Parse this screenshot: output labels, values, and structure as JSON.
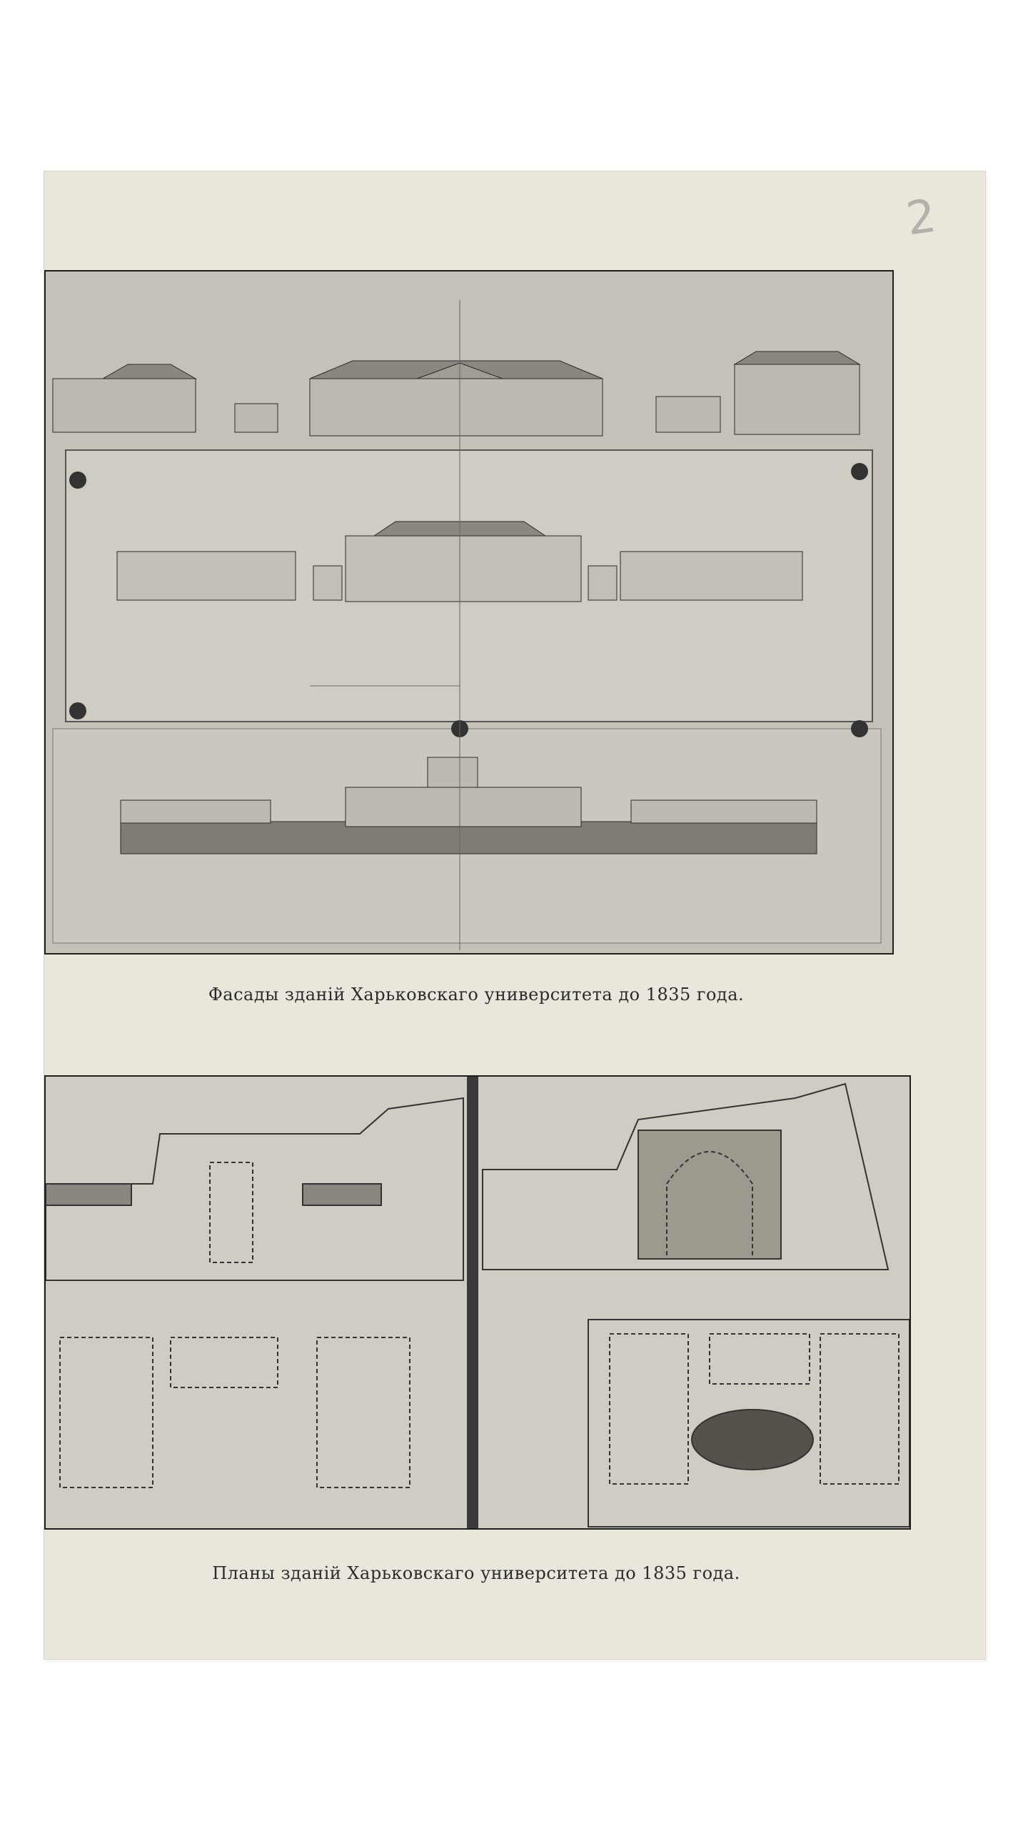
{
  "page": {
    "page_number": "2",
    "figures": [
      {
        "id": "facades",
        "caption": "Фасады зданій Харьковскаго университета до 1835 года."
      },
      {
        "id": "plans",
        "caption": "Планы зданій Харьковскаго университета до 1835 года."
      }
    ]
  },
  "colors": {
    "paper": "#e9e6dc",
    "plate": "#c7c4bc",
    "ink": "#1f1f1f"
  }
}
